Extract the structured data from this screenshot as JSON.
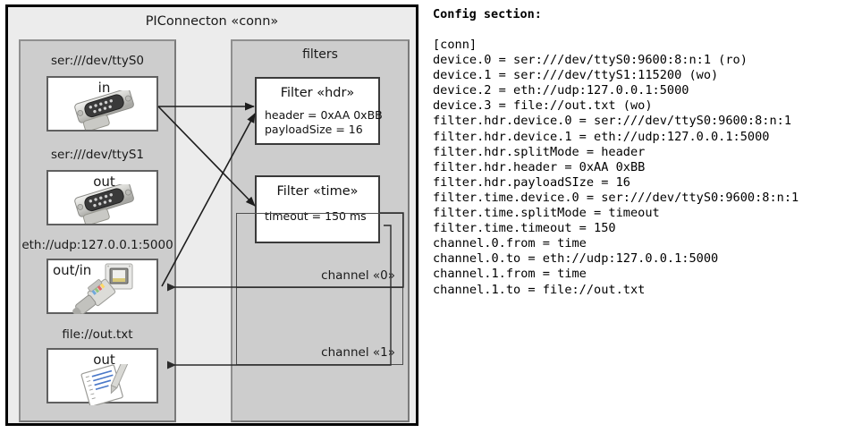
{
  "diagram": {
    "title": "PIConnecton «conn»",
    "devices_group": {
      "title": "",
      "devices": [
        {
          "caption": "ser:///dev/ttyS0",
          "label": "in",
          "icon": "serial-db9-icon"
        },
        {
          "caption": "ser:///dev/ttyS1",
          "label": "out",
          "icon": "serial-db9-icon"
        },
        {
          "caption": "eth://udp:127.0.0.1:5000",
          "label": "out/in",
          "icon": "ethernet-jack-icon"
        },
        {
          "caption": "file://out.txt",
          "label": "out",
          "icon": "text-file-icon"
        }
      ]
    },
    "filters_group": {
      "title": "filters",
      "filters": [
        {
          "title": "Filter «hdr»",
          "props": [
            "header = 0xAA 0xBB",
            "payloadSize = 16"
          ]
        },
        {
          "title": "Filter «time»",
          "props": [
            "timeout = 150 ms"
          ]
        }
      ],
      "channels": [
        {
          "label": "channel «0»"
        },
        {
          "label": "channel «1»"
        }
      ]
    }
  },
  "config": {
    "heading": "Config section:",
    "lines": [
      "[conn]",
      "device.0 = ser:///dev/ttyS0:9600:8:n:1 (ro)",
      "device.1 = ser:///dev/ttyS1:115200 (wo)",
      "device.2 = eth://udp:127.0.0.1:5000",
      "device.3 = file://out.txt (wo)",
      "filter.hdr.device.0 = ser:///dev/ttyS0:9600:8:n:1",
      "filter.hdr.device.1 = eth://udp:127.0.0.1:5000",
      "filter.hdr.splitMode = header",
      "filter.hdr.header = 0xAA 0xBB",
      "filter.hdr.payloadSIze = 16",
      "filter.time.device.0 = ser:///dev/ttyS0:9600:8:n:1",
      "filter.time.splitMode = timeout",
      "filter.time.timeout = 150",
      "channel.0.from = time",
      "channel.0.to = eth://udp:127.0.0.1:5000",
      "channel.1.from = time",
      "channel.1.to = file://out.txt"
    ]
  },
  "colors": {
    "panel_bg": "#ececec",
    "group_bg": "#cdcdcd",
    "card_bg": "#ffffff",
    "border_dark": "#000000",
    "line": "#2b2b2b"
  }
}
